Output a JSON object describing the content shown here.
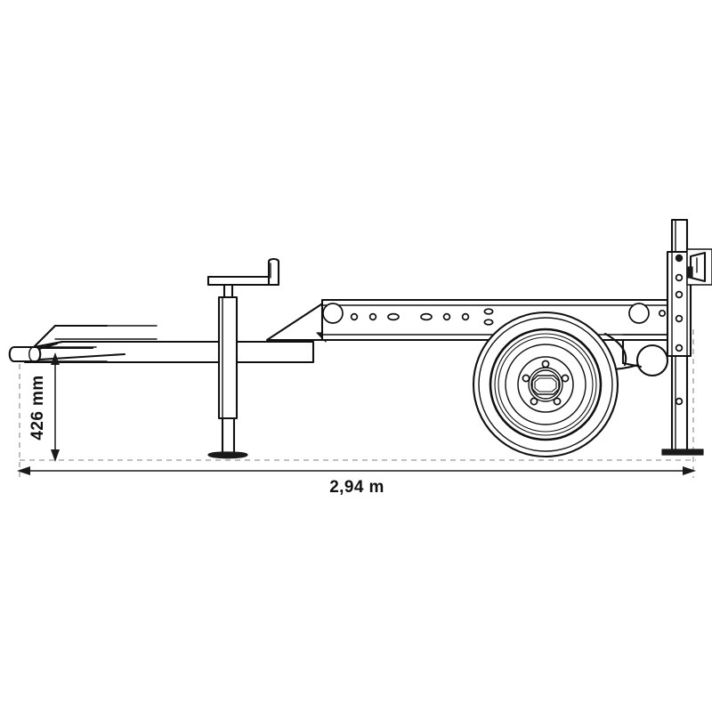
{
  "drawing": {
    "title": "Trailer side elevation technical drawing",
    "subject": "single-axle-trailer-chassis",
    "view": "side-elevation",
    "background_color": "#ffffff",
    "line_color": "#111111",
    "dimension_line_color": "#1a1a1a",
    "extension_line_color": "#9a9a9a"
  },
  "dimensions": {
    "height": {
      "label": "426 mm",
      "value": 426,
      "unit": "mm",
      "orientation": "vertical",
      "arrow_style": "double-ended"
    },
    "length": {
      "label": "2,94 m",
      "value": 2.94,
      "unit": "m",
      "orientation": "horizontal",
      "arrow_style": "double-ended"
    }
  },
  "components": {
    "coupler": {
      "name": "Coupler head"
    },
    "drawbar": {
      "name": "Drawbar"
    },
    "gusset": {
      "name": "Gusset plate"
    },
    "main_beam": {
      "name": "Main chassis beam"
    },
    "jack": {
      "name": "Support jack"
    },
    "jack_handle": {
      "name": "Jack crank handle"
    },
    "jack_foot": {
      "name": "Jack foot plate"
    },
    "wheel": {
      "name": "Road wheel"
    },
    "hub": {
      "name": "Wheel hub"
    },
    "rear_mast": {
      "name": "Rear upright mast"
    },
    "lamp": {
      "name": "Rear lamp bracket"
    },
    "mast_foot": {
      "name": "Mast foot plate"
    },
    "suspension": {
      "name": "Suspension pivot"
    }
  }
}
